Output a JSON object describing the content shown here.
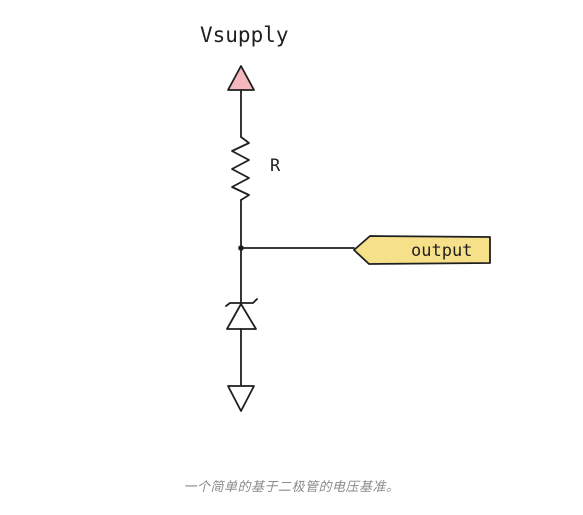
{
  "diagram": {
    "supply_label": "Vsupply",
    "resistor_label": "R",
    "output_label": "output",
    "colors": {
      "wire": "#1f1f1f",
      "supply_arrow_fill": "#f4b8be",
      "output_tag_fill": "#f7e08a",
      "ground_fill": "#ffffff"
    }
  },
  "caption": "一个简单的基于二极管的电压基准。"
}
